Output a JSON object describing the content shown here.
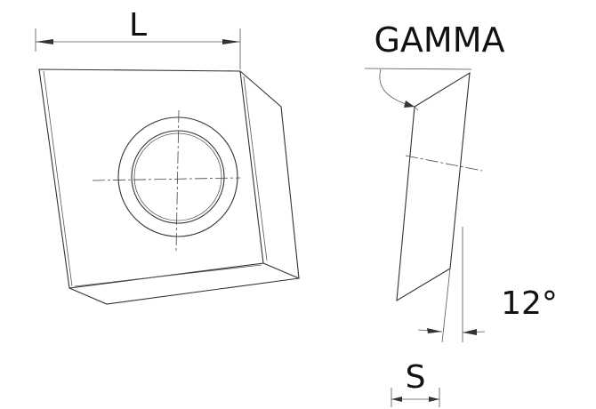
{
  "labels": {
    "length": "L",
    "gamma": "GAMMA",
    "angle": "12°",
    "thickness": "S"
  },
  "colors": {
    "line": "#333333",
    "background": "#ffffff"
  }
}
